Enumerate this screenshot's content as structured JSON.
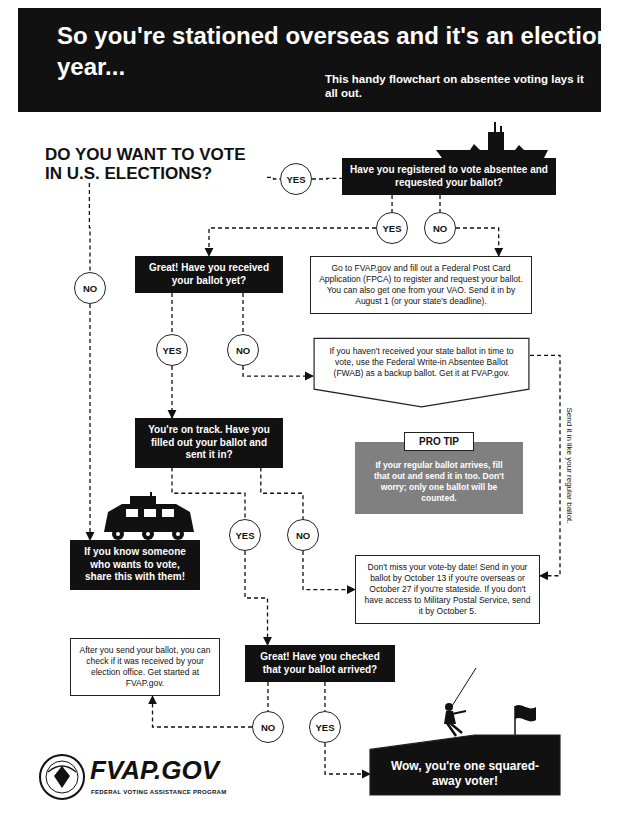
{
  "diagram": {
    "title": "So you're stationed overseas and it's an election year...",
    "nodes": [
      {
        "text": [
          "DO YOU WANT TO VOTE IN U.S. ELECTIONS?"
        ]
      },
      {
        "text": [
          "YES"
        ]
      },
      {
        "text": [
          "Have you registered to vote absentee and requested your ballot?"
        ]
      },
      {
        "text": [
          "YES"
        ]
      },
      {
        "text": [
          "NO"
        ]
      },
      {
        "text": [
          "NO"
        ]
      },
      {
        "text": [
          "Great! Have you received your ballot yet?"
        ]
      },
      {
        "text": [
          "Go to FVAP.gov and fill out a Federal Post Card Application (FPCA) to register and request your ballot. You can also get one from your VAO. Send it in by August 1 (or your state's deadline)."
        ]
      },
      {
        "text": [
          "YES"
        ]
      },
      {
        "text": [
          "NO"
        ]
      },
      {
        "text": [
          "If you haven't received your state ballot in time to vote, use the Federal Write-in Absentee Ballot (FWAB) as a backup ballot. Get it at FVAP.gov."
        ]
      },
      {
        "text": [
          "You're on track. Have you filled out your ballot and sent it in?"
        ]
      },
      {
        "text": [
          "PRO TIP",
          "If your regular ballot arrives, fill that out and send it in too. Don't worry; only one ballot will be counted."
        ]
      },
      {
        "text": [
          "If you know someone who wants to vote, share this with them!"
        ]
      },
      {
        "text": [
          "YES"
        ]
      },
      {
        "text": [
          "NO"
        ]
      },
      {
        "text": [
          "Don't miss your vote-by date! Send in your ballot by October 13 if you're overseas or October 27 if you're stateside. If you don't have access to Military Postal Service, send it by October 5."
        ]
      },
      {
        "text": [
          "After you send your ballot, you can check if it was received by your election office. Get started at FVAP.gov."
        ]
      },
      {
        "text": [
          "Great! Have you checked that your ballot arrived?"
        ]
      },
      {
        "text": [
          "NO"
        ]
      },
      {
        "text": [
          "YES"
        ]
      },
      {
        "text": [
          "Wow, you're one squared-away voter!"
        ]
      }
    ],
    "edges": [
      {
        "from": 0,
        "to": 1,
        "arrow": "none"
      },
      {
        "from": 1,
        "to": 2,
        "arrow": "none"
      },
      {
        "from": 2,
        "to": 3,
        "arrow": "none"
      },
      {
        "from": 2,
        "to": 4,
        "arrow": "none"
      },
      {
        "from": 3,
        "to": 6,
        "arrow": "to"
      },
      {
        "from": 4,
        "to": 7,
        "arrow": "to"
      },
      {
        "from": 0,
        "to": 5,
        "arrow": "none"
      },
      {
        "from": 5,
        "to": 13,
        "arrow": "to"
      },
      {
        "from": 6,
        "to": 8,
        "arrow": "none"
      },
      {
        "from": 6,
        "to": 9,
        "arrow": "none"
      },
      {
        "from": 8,
        "to": 11,
        "arrow": "to"
      },
      {
        "from": 9,
        "to": 10,
        "arrow": "to"
      },
      {
        "from": 10,
        "to": 16,
        "label": "Send it in like your regular ballot.",
        "arrow": "to"
      },
      {
        "from": 11,
        "to": 14,
        "arrow": "none"
      },
      {
        "from": 11,
        "to": 15,
        "arrow": "none"
      },
      {
        "from": 14,
        "to": 18,
        "arrow": "to"
      },
      {
        "from": 15,
        "to": 16,
        "arrow": "to"
      },
      {
        "from": 18,
        "to": 19,
        "arrow": "none"
      },
      {
        "from": 18,
        "to": 20,
        "arrow": "none"
      },
      {
        "from": 19,
        "to": 17,
        "arrow": "to"
      },
      {
        "from": 20,
        "to": 21,
        "arrow": "to"
      }
    ],
    "labels": [
      "This handy flowchart on absentee voting lays it all out.",
      "FVAP.GOV",
      "FEDERAL VOTING ASSISTANCE PROGRAM"
    ]
  }
}
